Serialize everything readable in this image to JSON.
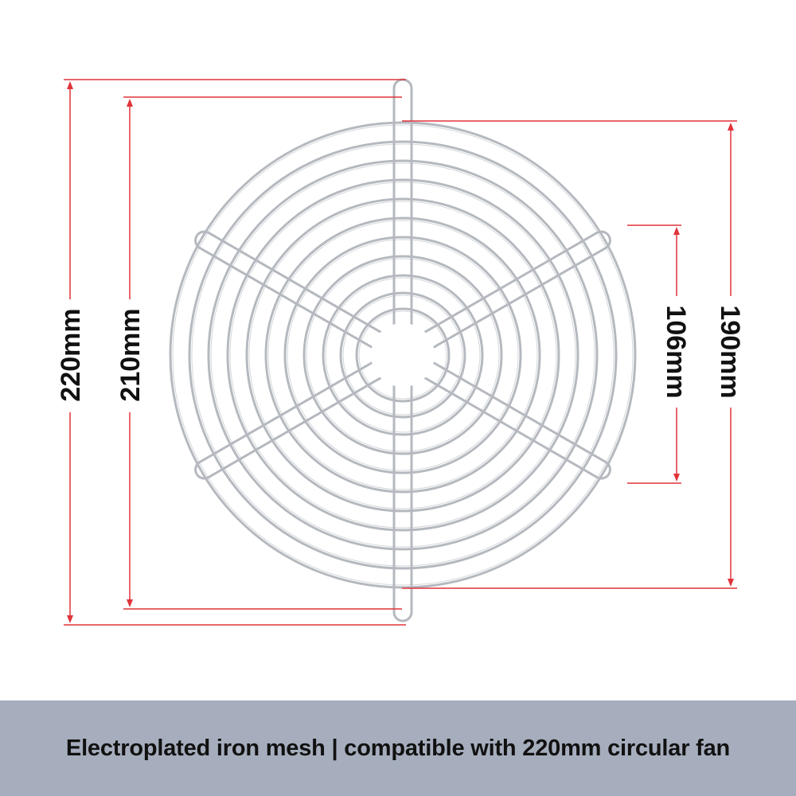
{
  "dimensions": {
    "outer_width": "220mm",
    "inner_width": "210mm",
    "hole_spacing": "106mm",
    "ring_diameter": "190mm"
  },
  "caption": "Electroplated iron mesh | compatible with 220mm circular fan",
  "colors": {
    "dimension_line": "#e0333a",
    "wire": "#b5b9bf",
    "caption_bar": "#a6aebd",
    "text": "#111111"
  }
}
